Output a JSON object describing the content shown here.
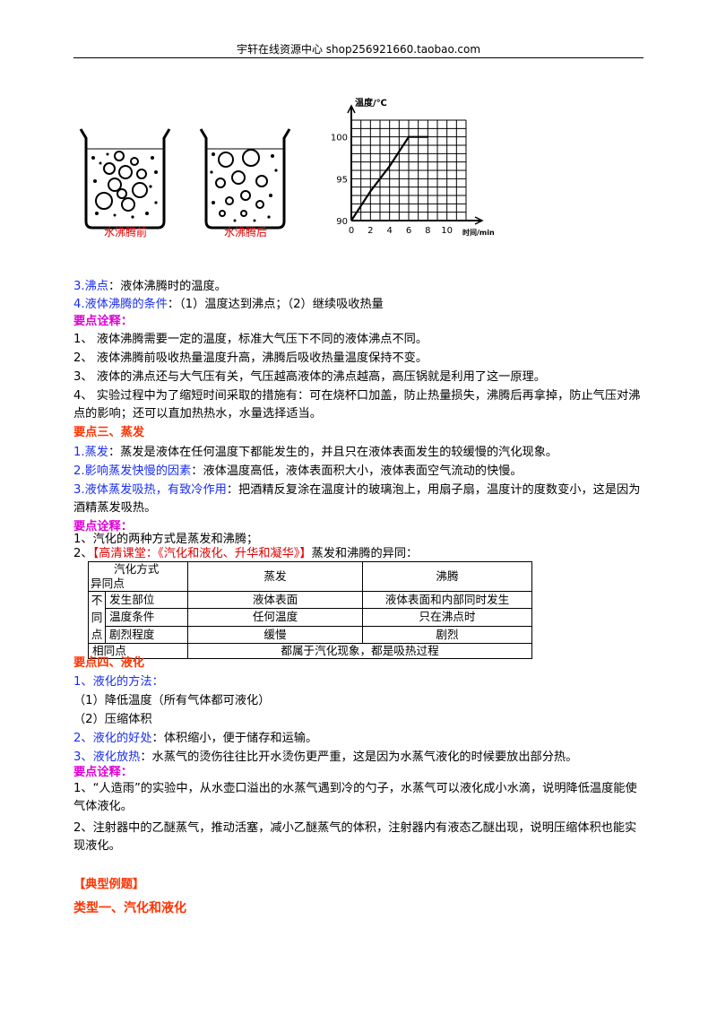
{
  "header": {
    "text": "宇轩在线资源中心   shop256921660.taobao.com"
  },
  "figures": {
    "beaker_before_label": "水沸腾前",
    "beaker_after_label": "水沸腾后",
    "graph": {
      "ylabel": "温度/℃",
      "xlabel": "时间/min",
      "y_ticks": [
        "100",
        "95",
        "90"
      ],
      "x_ticks": [
        "0",
        "2",
        "4",
        "6",
        "8",
        "10"
      ]
    }
  },
  "chart_data": {
    "type": "line",
    "title": "",
    "xlabel": "时间/min",
    "ylabel": "温度/℃",
    "x": [
      0,
      2,
      4,
      6,
      8
    ],
    "values": [
      90,
      93.5,
      96.5,
      100,
      100
    ],
    "xlim": [
      0,
      12
    ],
    "ylim": [
      90,
      102
    ],
    "grid": true
  },
  "s2": {
    "l1_num": "3.",
    "l1_term": "沸点",
    "l1_rest": "：液体沸腾时的温度。",
    "l2_num": "4.",
    "l2_term": "液体沸腾的条件",
    "l2_rest": "：（1）温度达到沸点；（2）继续吸收热量",
    "notes_title": "要点诠释：",
    "notes": [
      "1、 液体沸腾需要一定的温度，标准大气压下不同的液体沸点不同。",
      "2、 液体沸腾前吸收热量温度升高，沸腾后吸收热量温度保持不变。",
      "3、 液体的沸点还与大气压有关，气压越高液体的沸点越高，高压锅就是利用了这一原理。",
      "4、 实验过程中为了缩短时间采取的措施有：可在烧杯口加盖，防止热量损失，沸腾后再拿掉，防止气压对沸点的影响；还可以直加热热水，水量选择适当。"
    ]
  },
  "s3": {
    "title": "要点三、蒸发",
    "l1_term": "1.蒸发",
    "l1_rest": "：蒸发是液体在任何温度下都能发生的，并且只在液体表面发生的较缓慢的汽化现象。",
    "l2_term": "2.影响蒸发快慢的因素",
    "l2_rest": "：液体温度高低，液体表面积大小，液体表面空气流动的快慢。",
    "l3_term": "3.液体蒸发吸热，有致冷作用",
    "l3_rest": "：把酒精反复涂在温度计的玻璃泡上，用扇子扇，温度计的度数变小，这是因为酒精蒸发吸热。",
    "notes_title": "要点诠释：",
    "n1": "1、汽化的两种方式是蒸发和沸腾；",
    "n2_prefix": "2、",
    "n2_link": "【高清课堂：《汽化和液化、升华和凝华》】",
    "n2_rest": "蒸发和沸腾的异同："
  },
  "table": {
    "corner_top": "汽化方式",
    "corner_bottom": "异同点",
    "col1": "蒸发",
    "col2": "沸腾",
    "diff_label": [
      "不",
      "同",
      "点"
    ],
    "rows": [
      {
        "name": "发生部位",
        "a": "液体表面",
        "b": "液体表面和内部同时发生"
      },
      {
        "name": "温度条件",
        "a": "任何温度",
        "b": "只在沸点时"
      },
      {
        "name": "剧烈程度",
        "a": "缓慢",
        "b": "剧烈"
      }
    ],
    "same_label": "相同点",
    "same_text": "都属于汽化现象，都是吸热过程"
  },
  "s4": {
    "title": "要点四、液化",
    "l1": "1、液化的方法：",
    "m1": "（1）降低温度（所有气体都可液化）",
    "m2": "（2）压缩体积",
    "l2_term": "2、液化的好处",
    "l2_rest": "：体积缩小，便于储存和运输。",
    "l3_term": "3、液化放热",
    "l3_rest": "：水蒸气的烫伤往往比开水烫伤更严重，这是因为水蒸气液化的时候要放出部分热。",
    "notes_title": "要点诠释：",
    "n1": "1、“人造雨”的实验中，从水壶口溢出的水蒸气遇到冷的勺子，水蒸气可以液化成小水滴，说明降低温度能使气体液化。",
    "n2": "2、注射器中的乙醚蒸气，推动活塞，减小乙醚蒸气的体积，注射器内有液态乙醚出现，说明压缩体积也能实现液化。"
  },
  "examples": {
    "title": "【典型例题】",
    "type1": "类型一、汽化和液化"
  }
}
